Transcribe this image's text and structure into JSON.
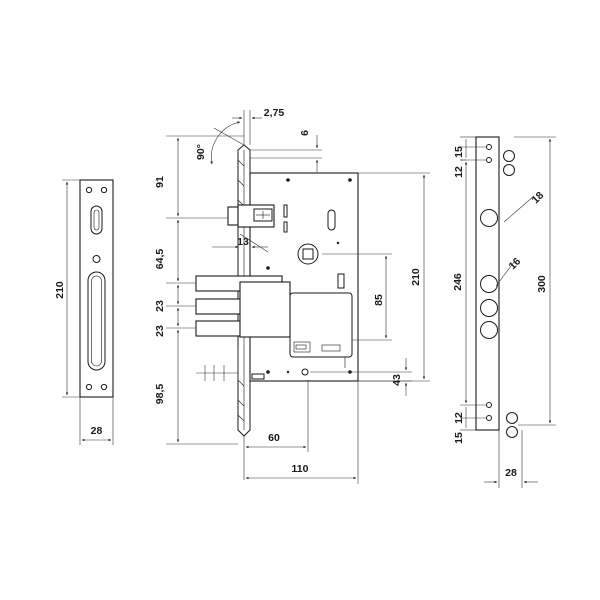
{
  "diagram": {
    "strike_plate": {
      "height_label": "210",
      "width_label": "28"
    },
    "lock_body": {
      "angle_label": "90°",
      "offset_label": "2,75",
      "thickness_label": "6",
      "backset_top_label": "91",
      "spindle_label": "13",
      "latch_gap_label": "64,5",
      "bolt_gap_1_label": "23",
      "bolt_gap_2_label": "23",
      "bottom_gap_label": "98,5",
      "cylinder_distance_label": "85",
      "body_height_label": "210",
      "bottom_offset_label": "43",
      "backset_label": "60",
      "body_width_label": "110"
    },
    "faceplate": {
      "top_spacing_1_label": "12",
      "top_spacing_2_label": "15",
      "screw_diameter_label": "18",
      "hole_diameter_label": "16",
      "inner_length_label": "246",
      "total_length_label": "300",
      "bottom_spacing_1_label": "15",
      "bottom_spacing_2_label": "12",
      "width_label": "28"
    }
  }
}
